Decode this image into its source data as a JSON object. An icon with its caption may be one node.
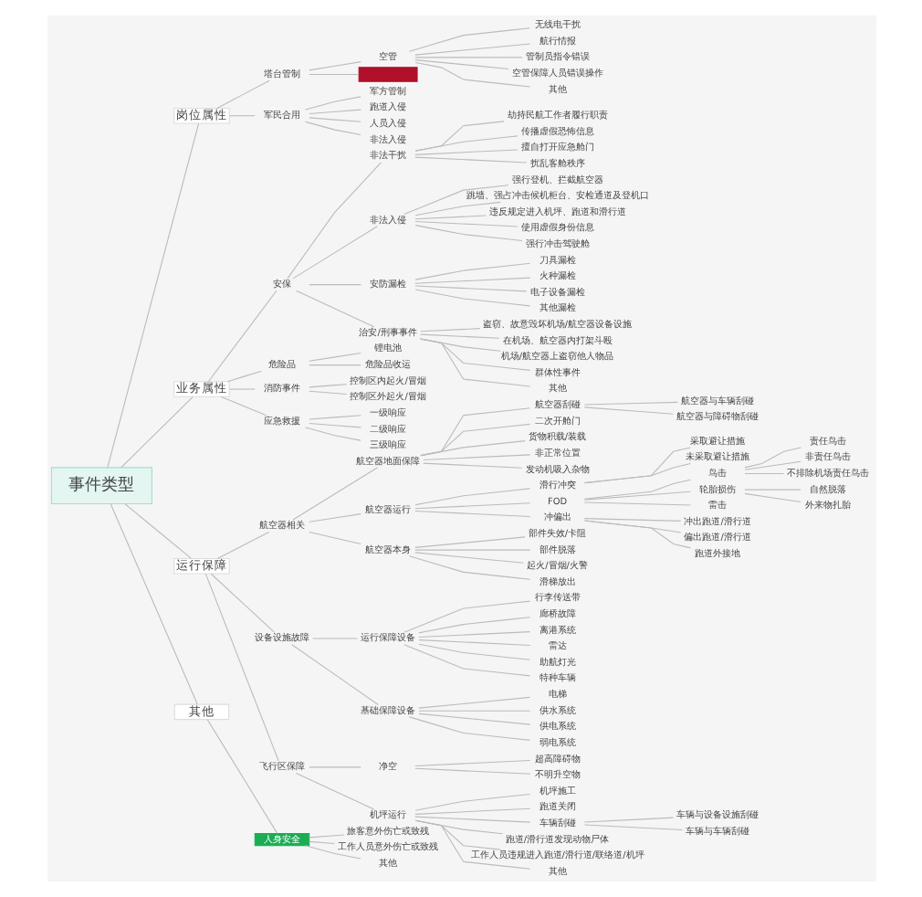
{
  "diagram": {
    "nodes": [
      {
        "text": [
          "事件类型"
        ]
      },
      {
        "text": [
          "岗位属性"
        ]
      },
      {
        "text": [
          "塔台管制"
        ]
      },
      {
        "text": [
          "空管"
        ]
      },
      {
        "text": [
          "无线电干扰"
        ]
      },
      {
        "text": [
          "航行情报"
        ]
      },
      {
        "text": [
          "管制员指令错误"
        ]
      },
      {
        "text": [
          "空管保障人员错误操作"
        ]
      },
      {
        "text": [
          "其他"
        ]
      },
      {
        "text": [],
        "shape": "box"
      },
      {
        "text": [
          "军民合用"
        ]
      },
      {
        "text": [
          "军方管制"
        ]
      },
      {
        "text": [
          "跑道入侵"
        ]
      },
      {
        "text": [
          "人员入侵"
        ]
      },
      {
        "text": [
          "非法入侵"
        ]
      },
      {
        "text": [
          "业务属性"
        ]
      },
      {
        "text": [
          "安保"
        ]
      },
      {
        "text": [
          "非法干扰"
        ]
      },
      {
        "text": [
          "劫持民航工作者履行职责"
        ]
      },
      {
        "text": [
          "传播虚假恐怖信息"
        ]
      },
      {
        "text": [
          "擅自打开应急舱门"
        ]
      },
      {
        "text": [
          "扰乱客舱秩序"
        ]
      },
      {
        "text": [
          "非法入侵"
        ]
      },
      {
        "text": [
          "强行登机、拦截航空器"
        ]
      },
      {
        "text": [
          "跳墙、强占冲击候机柜台、安检通道及登机口"
        ]
      },
      {
        "text": [
          "违反规定进入机坪、跑道和滑行道"
        ]
      },
      {
        "text": [
          "使用虚假身份信息"
        ]
      },
      {
        "text": [
          "强行冲击驾驶舱"
        ]
      },
      {
        "text": [
          "安防漏检"
        ]
      },
      {
        "text": [
          "刀具漏检"
        ]
      },
      {
        "text": [
          "火种漏检"
        ]
      },
      {
        "text": [
          "电子设备漏检"
        ]
      },
      {
        "text": [
          "其他漏检"
        ]
      },
      {
        "text": [
          "治安/刑事事件"
        ]
      },
      {
        "text": [
          "盗窃、故意毁坏机场/航空器设备设施"
        ]
      },
      {
        "text": [
          "在机场、航空器内打架斗殴"
        ]
      },
      {
        "text": [
          "机场/航空器上盗窃他人物品"
        ]
      },
      {
        "text": [
          "群体性事件"
        ]
      },
      {
        "text": [
          "其他"
        ]
      },
      {
        "text": [
          "危险品"
        ]
      },
      {
        "text": [
          "锂电池"
        ]
      },
      {
        "text": [
          "危险品收运"
        ]
      },
      {
        "text": [
          "消防事件"
        ]
      },
      {
        "text": [
          "控制区内起火/冒烟"
        ]
      },
      {
        "text": [
          "控制区外起火/冒烟"
        ]
      },
      {
        "text": [
          "应急救援"
        ]
      },
      {
        "text": [
          "一级响应"
        ]
      },
      {
        "text": [
          "二级响应"
        ]
      },
      {
        "text": [
          "三级响应"
        ]
      },
      {
        "text": [
          "运行保障"
        ]
      },
      {
        "text": [
          "航空器相关"
        ]
      },
      {
        "text": [
          "航空器地面保障"
        ]
      },
      {
        "text": [
          "航空器刮碰"
        ]
      },
      {
        "text": [
          "航空器与车辆刮碰"
        ]
      },
      {
        "text": [
          "航空器与障碍物刮碰"
        ]
      },
      {
        "text": [
          "二次开舱门"
        ]
      },
      {
        "text": [
          "货物积载/装载"
        ]
      },
      {
        "text": [
          "非正常位置"
        ]
      },
      {
        "text": [
          "发动机吸入杂物"
        ]
      },
      {
        "text": [
          "航空器运行"
        ]
      },
      {
        "text": [
          "滑行冲突"
        ]
      },
      {
        "text": [
          "采取避让措施"
        ]
      },
      {
        "text": [
          "未采取避让措施"
        ]
      },
      {
        "text": [
          "FOD"
        ]
      },
      {
        "text": [
          "鸟击"
        ]
      },
      {
        "text": [
          "责任鸟击"
        ]
      },
      {
        "text": [
          "非责任鸟击"
        ]
      },
      {
        "text": [
          "不排除机场责任鸟击"
        ]
      },
      {
        "text": [
          "轮胎损伤"
        ]
      },
      {
        "text": [
          "自然脱落"
        ]
      },
      {
        "text": [
          "外来物扎胎"
        ]
      },
      {
        "text": [
          "雷击"
        ]
      },
      {
        "text": [
          "冲偏出"
        ]
      },
      {
        "text": [
          "冲出跑道/滑行道"
        ]
      },
      {
        "text": [
          "偏出跑道/滑行道"
        ]
      },
      {
        "text": [
          "跑道外接地"
        ]
      },
      {
        "text": [
          "航空器本身"
        ]
      },
      {
        "text": [
          "部件失效/卡阻"
        ]
      },
      {
        "text": [
          "部件脱落"
        ]
      },
      {
        "text": [
          "起火/冒烟/火警"
        ]
      },
      {
        "text": [
          "滑梯放出"
        ]
      },
      {
        "text": [
          "设备设施故障"
        ]
      },
      {
        "text": [
          "运行保障设备"
        ]
      },
      {
        "text": [
          "行李传送带"
        ]
      },
      {
        "text": [
          "廊桥故障"
        ]
      },
      {
        "text": [
          "离港系统"
        ]
      },
      {
        "text": [
          "雷达"
        ]
      },
      {
        "text": [
          "助航灯光"
        ]
      },
      {
        "text": [
          "特种车辆"
        ]
      },
      {
        "text": [
          "基础保障设备"
        ]
      },
      {
        "text": [
          "电梯"
        ]
      },
      {
        "text": [
          "供水系统"
        ]
      },
      {
        "text": [
          "供电系统"
        ]
      },
      {
        "text": [
          "弱电系统"
        ]
      },
      {
        "text": [
          "飞行区保障"
        ]
      },
      {
        "text": [
          "净空"
        ]
      },
      {
        "text": [
          "超高障碍物"
        ]
      },
      {
        "text": [
          "不明升空物"
        ]
      },
      {
        "text": [
          "机坪运行"
        ]
      },
      {
        "text": [
          "机坪施工"
        ]
      },
      {
        "text": [
          "跑道关闭"
        ]
      },
      {
        "text": [
          "车辆刮碰"
        ]
      },
      {
        "text": [
          "车辆与设备设施刮碰"
        ]
      },
      {
        "text": [
          "车辆与车辆刮碰"
        ]
      },
      {
        "text": [
          "跑道/滑行道发现动物尸体"
        ]
      },
      {
        "text": [
          "工作人员违规进入跑道/滑行道/联络道/机坪"
        ]
      },
      {
        "text": [
          "其他"
        ]
      },
      {
        "text": [
          "其他"
        ]
      },
      {
        "text": [
          "人身安全"
        ]
      },
      {
        "text": [
          "旅客意外伤亡或致残"
        ]
      },
      {
        "text": [
          "工作人员意外伤亡或致残"
        ]
      },
      {
        "text": [
          "其他"
        ]
      }
    ],
    "edges": [
      {
        "from": 0,
        "to": 1,
        "arrow": "none"
      },
      {
        "from": 1,
        "to": 2,
        "arrow": "none"
      },
      {
        "from": 2,
        "to": 3,
        "arrow": "none"
      },
      {
        "from": 3,
        "to": 4,
        "arrow": "none"
      },
      {
        "from": 3,
        "to": 5,
        "arrow": "none"
      },
      {
        "from": 3,
        "to": 6,
        "arrow": "none"
      },
      {
        "from": 3,
        "to": 7,
        "arrow": "none"
      },
      {
        "from": 3,
        "to": 8,
        "arrow": "none"
      },
      {
        "from": 2,
        "to": 9,
        "arrow": "none"
      },
      {
        "from": 1,
        "to": 10,
        "arrow": "none"
      },
      {
        "from": 10,
        "to": 11,
        "arrow": "none"
      },
      {
        "from": 10,
        "to": 12,
        "arrow": "none"
      },
      {
        "from": 10,
        "to": 13,
        "arrow": "none"
      },
      {
        "from": 10,
        "to": 14,
        "arrow": "none"
      },
      {
        "from": 0,
        "to": 15,
        "arrow": "none"
      },
      {
        "from": 15,
        "to": 16,
        "arrow": "none"
      },
      {
        "from": 16,
        "to": 17,
        "arrow": "none"
      },
      {
        "from": 17,
        "to": 18,
        "arrow": "none"
      },
      {
        "from": 17,
        "to": 19,
        "arrow": "none"
      },
      {
        "from": 17,
        "to": 20,
        "arrow": "none"
      },
      {
        "from": 17,
        "to": 21,
        "arrow": "none"
      },
      {
        "from": 16,
        "to": 22,
        "arrow": "none"
      },
      {
        "from": 22,
        "to": 23,
        "arrow": "none"
      },
      {
        "from": 22,
        "to": 24,
        "arrow": "none"
      },
      {
        "from": 22,
        "to": 25,
        "arrow": "none"
      },
      {
        "from": 22,
        "to": 26,
        "arrow": "none"
      },
      {
        "from": 22,
        "to": 27,
        "arrow": "none"
      },
      {
        "from": 16,
        "to": 28,
        "arrow": "none"
      },
      {
        "from": 28,
        "to": 29,
        "arrow": "none"
      },
      {
        "from": 28,
        "to": 30,
        "arrow": "none"
      },
      {
        "from": 28,
        "to": 31,
        "arrow": "none"
      },
      {
        "from": 28,
        "to": 32,
        "arrow": "none"
      },
      {
        "from": 16,
        "to": 33,
        "arrow": "none"
      },
      {
        "from": 33,
        "to": 34,
        "arrow": "none"
      },
      {
        "from": 33,
        "to": 35,
        "arrow": "none"
      },
      {
        "from": 33,
        "to": 36,
        "arrow": "none"
      },
      {
        "from": 33,
        "to": 37,
        "arrow": "none"
      },
      {
        "from": 33,
        "to": 38,
        "arrow": "none"
      },
      {
        "from": 15,
        "to": 39,
        "arrow": "none"
      },
      {
        "from": 39,
        "to": 40,
        "arrow": "none"
      },
      {
        "from": 39,
        "to": 41,
        "arrow": "none"
      },
      {
        "from": 15,
        "to": 42,
        "arrow": "none"
      },
      {
        "from": 42,
        "to": 43,
        "arrow": "none"
      },
      {
        "from": 42,
        "to": 44,
        "arrow": "none"
      },
      {
        "from": 15,
        "to": 45,
        "arrow": "none"
      },
      {
        "from": 45,
        "to": 46,
        "arrow": "none"
      },
      {
        "from": 45,
        "to": 47,
        "arrow": "none"
      },
      {
        "from": 45,
        "to": 48,
        "arrow": "none"
      },
      {
        "from": 0,
        "to": 49,
        "arrow": "none"
      },
      {
        "from": 49,
        "to": 50,
        "arrow": "none"
      },
      {
        "from": 50,
        "to": 51,
        "arrow": "none"
      },
      {
        "from": 51,
        "to": 52,
        "arrow": "none"
      },
      {
        "from": 52,
        "to": 53,
        "arrow": "none"
      },
      {
        "from": 52,
        "to": 54,
        "arrow": "none"
      },
      {
        "from": 51,
        "to": 55,
        "arrow": "none"
      },
      {
        "from": 51,
        "to": 56,
        "arrow": "none"
      },
      {
        "from": 51,
        "to": 57,
        "arrow": "none"
      },
      {
        "from": 51,
        "to": 58,
        "arrow": "none"
      },
      {
        "from": 50,
        "to": 59,
        "arrow": "none"
      },
      {
        "from": 59,
        "to": 60,
        "arrow": "none"
      },
      {
        "from": 60,
        "to": 61,
        "arrow": "none"
      },
      {
        "from": 60,
        "to": 62,
        "arrow": "none"
      },
      {
        "from": 59,
        "to": 63,
        "arrow": "none"
      },
      {
        "from": 63,
        "to": 64,
        "arrow": "none"
      },
      {
        "from": 64,
        "to": 65,
        "arrow": "none"
      },
      {
        "from": 64,
        "to": 66,
        "arrow": "none"
      },
      {
        "from": 64,
        "to": 67,
        "arrow": "none"
      },
      {
        "from": 63,
        "to": 68,
        "arrow": "none"
      },
      {
        "from": 68,
        "to": 69,
        "arrow": "none"
      },
      {
        "from": 68,
        "to": 70,
        "arrow": "none"
      },
      {
        "from": 63,
        "to": 71,
        "arrow": "none"
      },
      {
        "from": 59,
        "to": 72,
        "arrow": "none"
      },
      {
        "from": 72,
        "to": 73,
        "arrow": "none"
      },
      {
        "from": 72,
        "to": 74,
        "arrow": "none"
      },
      {
        "from": 72,
        "to": 75,
        "arrow": "none"
      },
      {
        "from": 50,
        "to": 76,
        "arrow": "none"
      },
      {
        "from": 76,
        "to": 77,
        "arrow": "none"
      },
      {
        "from": 76,
        "to": 78,
        "arrow": "none"
      },
      {
        "from": 76,
        "to": 79,
        "arrow": "none"
      },
      {
        "from": 76,
        "to": 80,
        "arrow": "none"
      },
      {
        "from": 49,
        "to": 81,
        "arrow": "none"
      },
      {
        "from": 81,
        "to": 82,
        "arrow": "none"
      },
      {
        "from": 82,
        "to": 83,
        "arrow": "none"
      },
      {
        "from": 82,
        "to": 84,
        "arrow": "none"
      },
      {
        "from": 82,
        "to": 85,
        "arrow": "none"
      },
      {
        "from": 82,
        "to": 86,
        "arrow": "none"
      },
      {
        "from": 82,
        "to": 87,
        "arrow": "none"
      },
      {
        "from": 82,
        "to": 88,
        "arrow": "none"
      },
      {
        "from": 81,
        "to": 89,
        "arrow": "none"
      },
      {
        "from": 89,
        "to": 90,
        "arrow": "none"
      },
      {
        "from": 89,
        "to": 91,
        "arrow": "none"
      },
      {
        "from": 89,
        "to": 92,
        "arrow": "none"
      },
      {
        "from": 89,
        "to": 93,
        "arrow": "none"
      },
      {
        "from": 49,
        "to": 94,
        "arrow": "none"
      },
      {
        "from": 94,
        "to": 95,
        "arrow": "none"
      },
      {
        "from": 95,
        "to": 96,
        "arrow": "none"
      },
      {
        "from": 95,
        "to": 97,
        "arrow": "none"
      },
      {
        "from": 94,
        "to": 98,
        "arrow": "none"
      },
      {
        "from": 98,
        "to": 99,
        "arrow": "none"
      },
      {
        "from": 98,
        "to": 100,
        "arrow": "none"
      },
      {
        "from": 98,
        "to": 101,
        "arrow": "none"
      },
      {
        "from": 101,
        "to": 102,
        "arrow": "none"
      },
      {
        "from": 101,
        "to": 103,
        "arrow": "none"
      },
      {
        "from": 98,
        "to": 104,
        "arrow": "none"
      },
      {
        "from": 98,
        "to": 105,
        "arrow": "none"
      },
      {
        "from": 98,
        "to": 106,
        "arrow": "none"
      },
      {
        "from": 0,
        "to": 107,
        "arrow": "none"
      },
      {
        "from": 107,
        "to": 108,
        "arrow": "none"
      },
      {
        "from": 108,
        "to": 109,
        "arrow": "none"
      },
      {
        "from": 108,
        "to": 110,
        "arrow": "none"
      },
      {
        "from": 108,
        "to": 111,
        "arrow": "none"
      }
    ]
  }
}
